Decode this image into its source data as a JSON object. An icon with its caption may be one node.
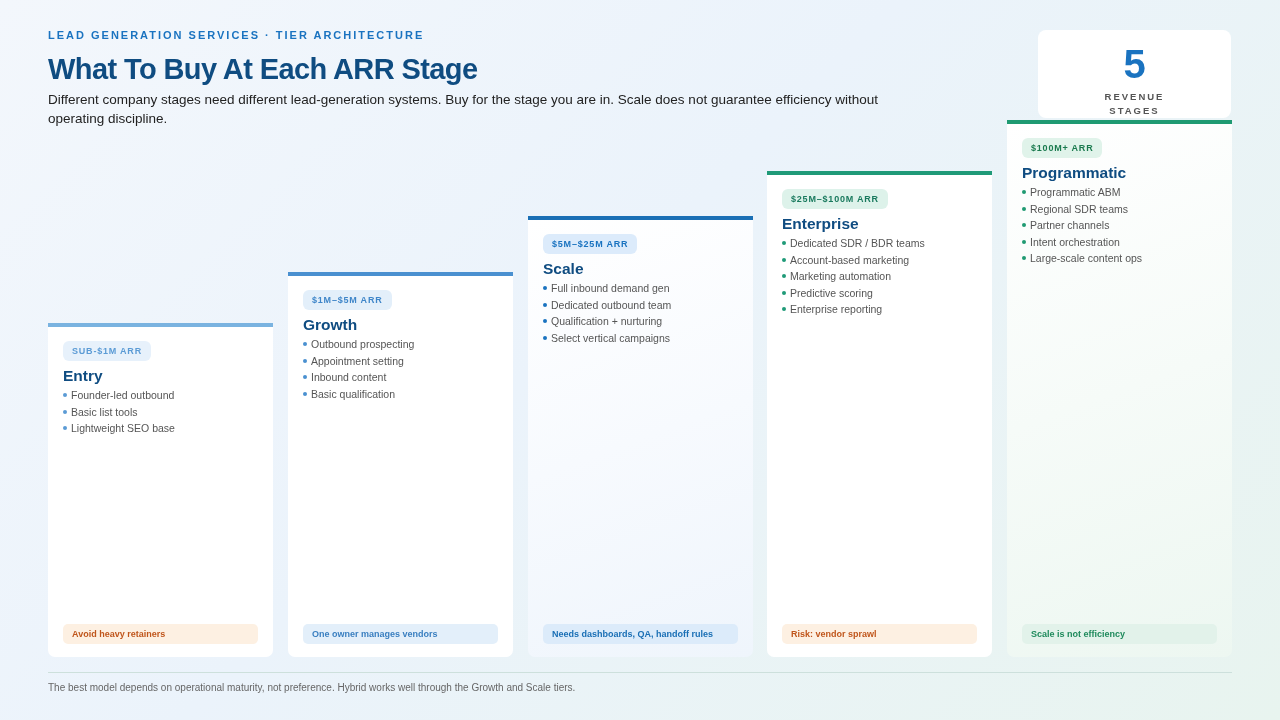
{
  "diagram": {
    "title": "What To Buy At Each ARR Stage",
    "caption": "The best model depends on operational maturity, not preference. Hybrid works well through the Growth and Scale tiers.",
    "labels": [
      "LEAD GENERATION SERVICES · TIER ARCHITECTURE",
      "Different company stages need different lead-generation systems. Buy for the stage you are in. Scale does not guarantee efficiency without operating discipline."
    ],
    "nodes": [
      {
        "text": [
          "5",
          "REVENUE STAGES"
        ]
      },
      {
        "text": [
          "Entry",
          "Founder-led outbound",
          "Basic list tools",
          "Lightweight SEO base"
        ]
      },
      {
        "text": [
          "SUB-$1M ARR"
        ],
        "in": 1
      },
      {
        "text": [
          "Avoid heavy retainers"
        ],
        "in": 1
      },
      {
        "text": [
          "Growth",
          "Outbound prospecting",
          "Appointment setting",
          "Inbound content",
          "Basic qualification"
        ]
      },
      {
        "text": [
          "$1M–$5M ARR"
        ],
        "in": 4
      },
      {
        "text": [
          "One owner manages vendors"
        ],
        "in": 4
      },
      {
        "text": [
          "Scale",
          "Full inbound demand gen",
          "Dedicated outbound team",
          "Qualification + nurturing",
          "Select vertical campaigns"
        ]
      },
      {
        "text": [
          "$5M–$25M ARR"
        ],
        "in": 7
      },
      {
        "text": [
          "Needs dashboards, QA, handoff rules"
        ],
        "in": 7
      },
      {
        "text": [
          "Enterprise",
          "Dedicated SDR / BDR teams",
          "Account-based marketing",
          "Marketing automation",
          "Predictive scoring",
          "Enterprise reporting"
        ]
      },
      {
        "text": [
          "$25M–$100M ARR"
        ],
        "in": 10
      },
      {
        "text": [
          "Risk: vendor sprawl"
        ],
        "in": 10
      },
      {
        "text": [
          "Programmatic",
          "Programmatic ABM",
          "Regional SDR teams",
          "Partner channels",
          "Intent orchestration",
          "Large-scale content ops"
        ]
      },
      {
        "text": [
          "$100M+ ARR"
        ],
        "in": 13
      },
      {
        "text": [
          "Scale is not efficiency"
        ],
        "in": 13
      }
    ]
  }
}
